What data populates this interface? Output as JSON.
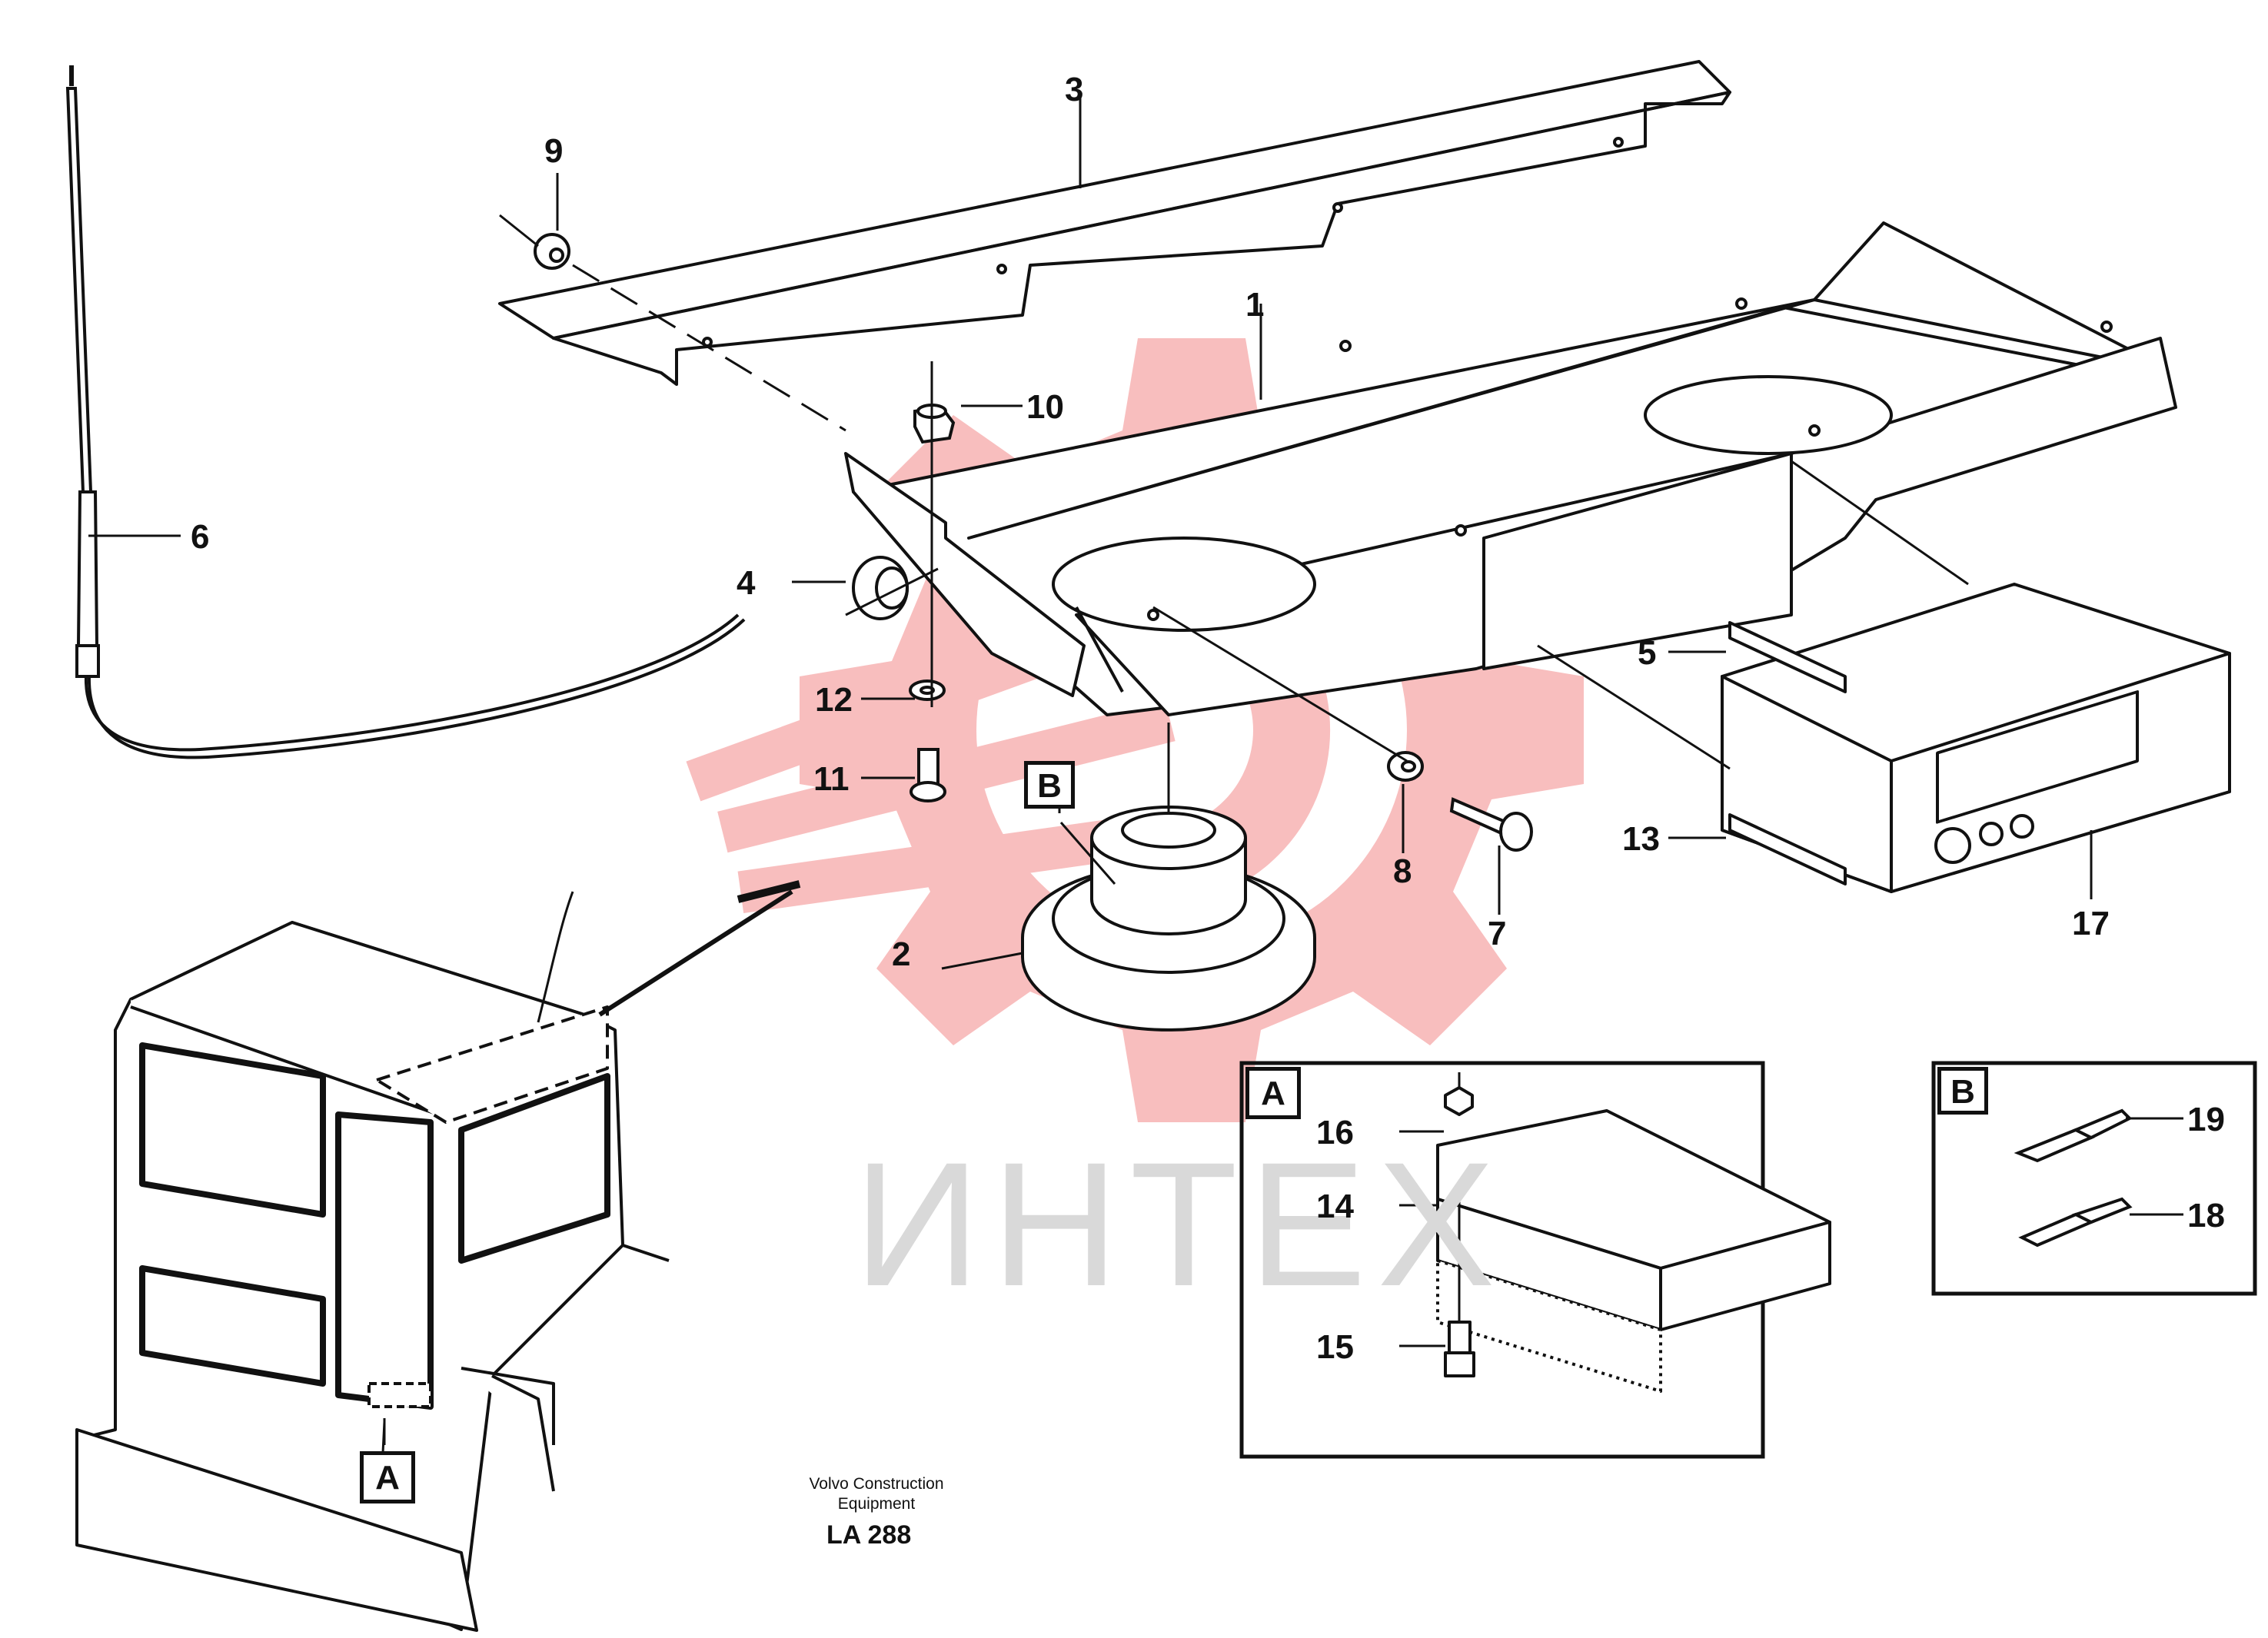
{
  "watermark": {
    "text": "ИНТЕХ",
    "color": "#f7b3b3",
    "text_color": "#d9d9d9"
  },
  "footer": {
    "company_line1": "Volvo Construction",
    "company_line2": "Equipment",
    "drawing_code": "LA 288"
  },
  "parts": [
    {
      "id": "part-1",
      "label": "1"
    },
    {
      "id": "part-2",
      "label": "2"
    },
    {
      "id": "part-3",
      "label": "3"
    },
    {
      "id": "part-4",
      "label": "4"
    },
    {
      "id": "part-5",
      "label": "5"
    },
    {
      "id": "part-6",
      "label": "6"
    },
    {
      "id": "part-7",
      "label": "7"
    },
    {
      "id": "part-8",
      "label": "8"
    },
    {
      "id": "part-9",
      "label": "9"
    },
    {
      "id": "part-10",
      "label": "10"
    },
    {
      "id": "part-11",
      "label": "11"
    },
    {
      "id": "part-12",
      "label": "12"
    },
    {
      "id": "part-13",
      "label": "13"
    },
    {
      "id": "part-14",
      "label": "14"
    },
    {
      "id": "part-15",
      "label": "15"
    },
    {
      "id": "part-16",
      "label": "16"
    },
    {
      "id": "part-17",
      "label": "17"
    },
    {
      "id": "part-18",
      "label": "18"
    },
    {
      "id": "part-19",
      "label": "19"
    }
  ],
  "detail_refs": {
    "a": "A",
    "b": "B"
  },
  "line_color": "#111111"
}
